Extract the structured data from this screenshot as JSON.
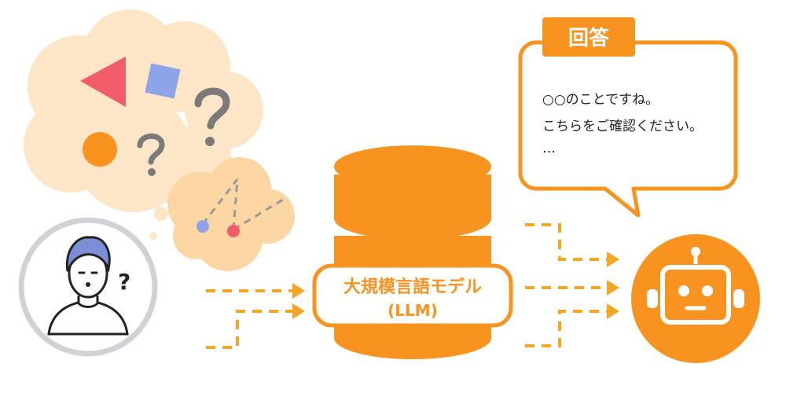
{
  "diagram": {
    "llm_label": "大規模言語モデル",
    "llm_sub_label": "(LLM)",
    "answer_badge": "回答",
    "answer_lines": [
      "○○のことですね。",
      "こちらをご確認ください。",
      "…"
    ],
    "question_mark": "?"
  },
  "colors": {
    "accent": "#f7931e",
    "cloud": "#fde6c8",
    "triangle": "#f25c6b",
    "diamond": "#8ea4e6",
    "blue_dot": "#8ea4e6",
    "red_dot": "#f25c6b",
    "question_gray": "#7a7a7a",
    "arrow": "#f5a623"
  },
  "icons": [
    "triangle-shape",
    "diamond-shape",
    "circle-shape",
    "question-icon",
    "user-avatar",
    "database-icon",
    "robot-icon",
    "speech-bubble"
  ]
}
